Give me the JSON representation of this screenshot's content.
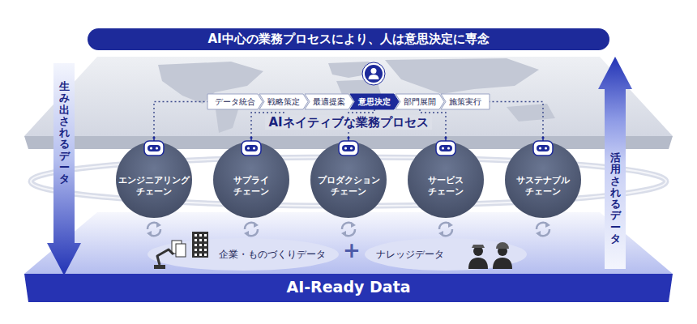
{
  "diagram": {
    "title": "AI中心の業務プロセスにより、人は意思決定に専念",
    "nodes": [
      {
        "text": [
          "AIネイティブな業務プロセス"
        ]
      },
      {
        "text": [
          "データ統合"
        ],
        "in": 0
      },
      {
        "text": [
          "戦略策定"
        ],
        "in": 0
      },
      {
        "text": [
          "最適提案"
        ],
        "in": 0
      },
      {
        "text": [
          "意思決定"
        ],
        "in": 0
      },
      {
        "text": [
          "部門展開"
        ],
        "in": 0
      },
      {
        "text": [
          "施策実行"
        ],
        "in": 0
      },
      {
        "text": [
          "生み出されるデータ"
        ]
      },
      {
        "text": [
          "エンジニアリング チェーン"
        ]
      },
      {
        "text": [
          "サプライ チェーン"
        ]
      },
      {
        "text": [
          "プロダクション チェーン"
        ]
      },
      {
        "text": [
          "サービス チェーン"
        ]
      },
      {
        "text": [
          "サステナブル チェーン"
        ]
      },
      {
        "text": [
          "活用されるデータ"
        ]
      },
      {
        "text": [
          "AI-Ready Data"
        ]
      },
      {
        "text": [
          "企業・ものづくりデータ"
        ],
        "in": 14
      },
      {
        "text": [
          "ナレッジデータ"
        ],
        "in": 14
      }
    ],
    "edges": [
      {
        "from": 8,
        "to": 1,
        "arrow": "none"
      },
      {
        "from": 9,
        "to": 2,
        "arrow": "none"
      },
      {
        "from": 10,
        "to": 4,
        "arrow": "none"
      },
      {
        "from": 11,
        "to": 5,
        "arrow": "none"
      },
      {
        "from": 12,
        "to": 6,
        "arrow": "none"
      }
    ],
    "labels": [
      "+"
    ]
  }
}
